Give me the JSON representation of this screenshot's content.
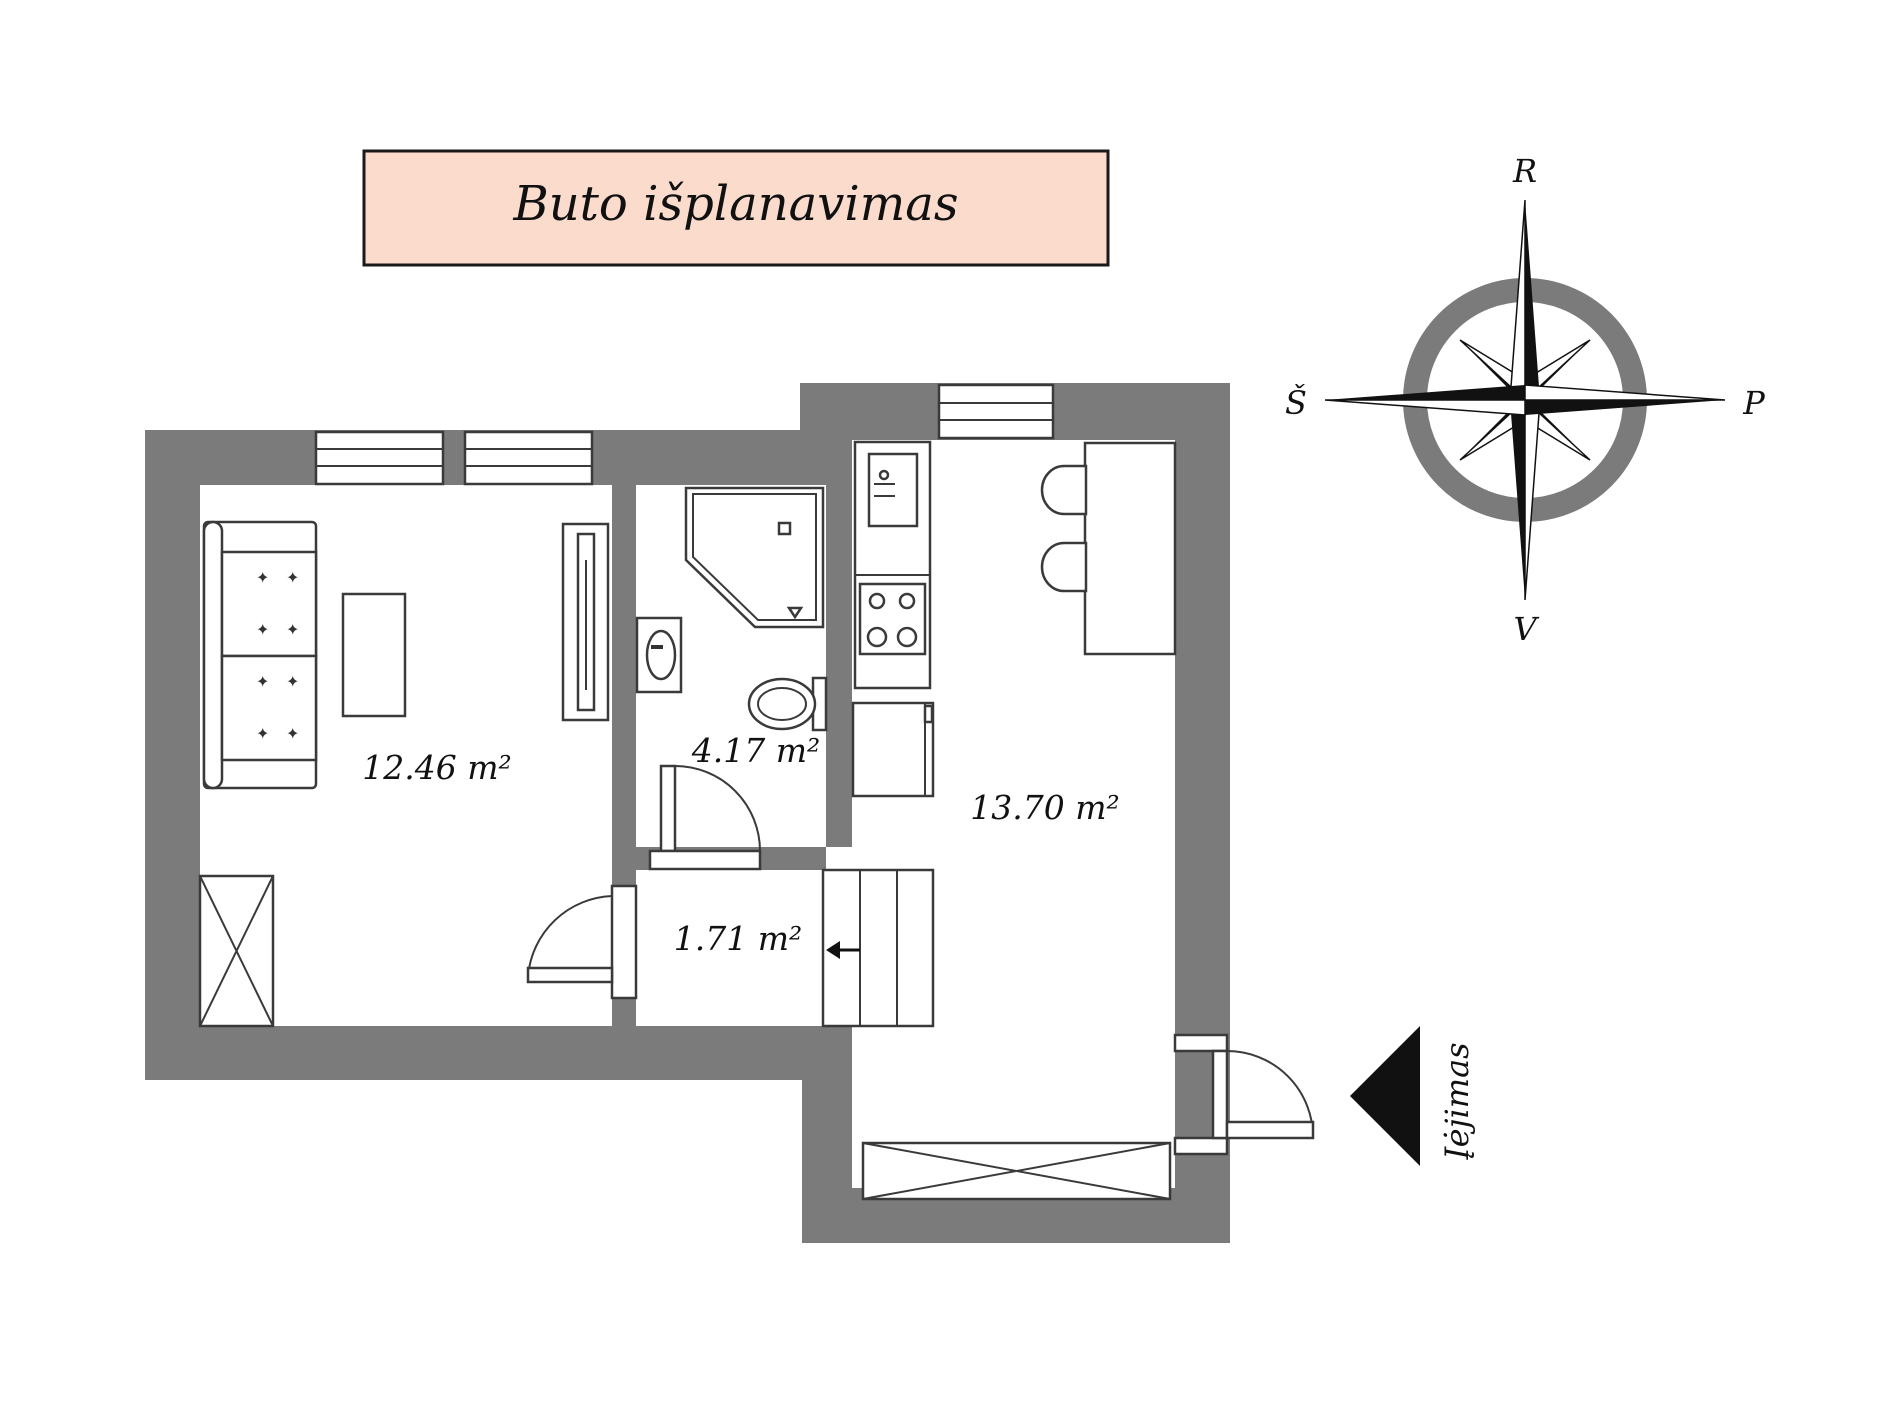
{
  "title": "Buto išplanavimas",
  "title_bg_color": "#fadbcc",
  "wall_color": "#7b7b7b",
  "rooms": {
    "living_area": "12.46 m²",
    "bathroom_area": "4.17 m²",
    "hall_area": "1.71 m²",
    "kitchen_area": "13.70 m²"
  },
  "compass": {
    "north": "R",
    "south": "V",
    "west": "Š",
    "east": "P"
  },
  "entrance_label": "Įėjimas"
}
